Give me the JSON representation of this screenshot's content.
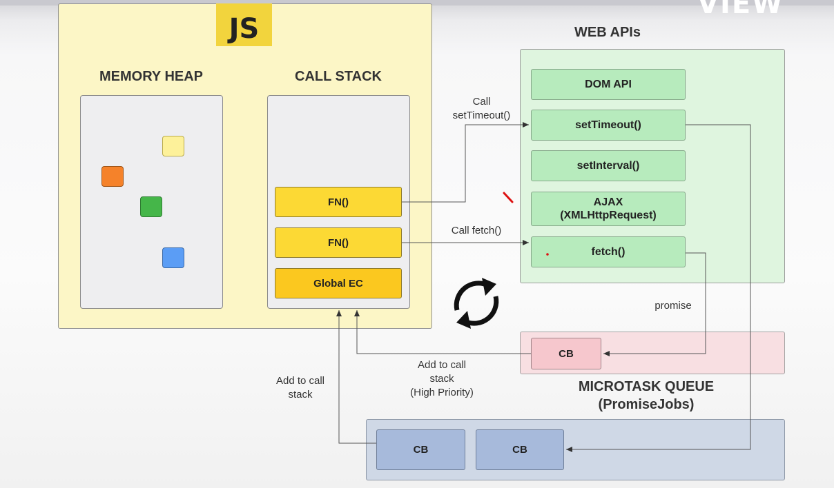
{
  "js_logo": "JS",
  "memory_heap": {
    "title": "MEMORY HEAP"
  },
  "call_stack": {
    "title": "CALL STACK",
    "frames": [
      "FN()",
      "FN()",
      "Global EC"
    ]
  },
  "web_apis": {
    "title": "WEB APIs",
    "items": [
      "DOM API",
      "setTimeout()",
      "setInterval()",
      "AJAX\n(XMLHttpRequest)",
      "fetch()"
    ]
  },
  "microtask_queue": {
    "title": "MICROTASK QUEUE\n(PromiseJobs)",
    "items": [
      "CB"
    ]
  },
  "task_queue": {
    "items": [
      "CB",
      "CB"
    ]
  },
  "labels": {
    "call_settimeout": "Call\nsetTimeout()",
    "call_fetch": "Call fetch()",
    "promise": "promise",
    "add_to_call_stack_priority": "Add to call\nstack\n(High Priority)",
    "add_to_call_stack": "Add to call\nstack"
  },
  "colors": {
    "js_panel": "#fcf6c6",
    "js_logo": "#f2d43d",
    "stack_frame": "#fcd934",
    "global_ec": "#fbc81f",
    "web_panel": "#dff5df",
    "web_item": "#b7ebbd",
    "microtask_panel": "#f8dfe2",
    "microtask_item": "#f6c7cd",
    "task_panel": "#cfd8e6",
    "task_item": "#a7badb",
    "heap_yellow": "#fdf19a",
    "heap_orange": "#f5822a",
    "heap_green": "#45b649",
    "heap_blue": "#5b9df5"
  },
  "icons": {
    "event_loop": "refresh-cycle-icon"
  }
}
